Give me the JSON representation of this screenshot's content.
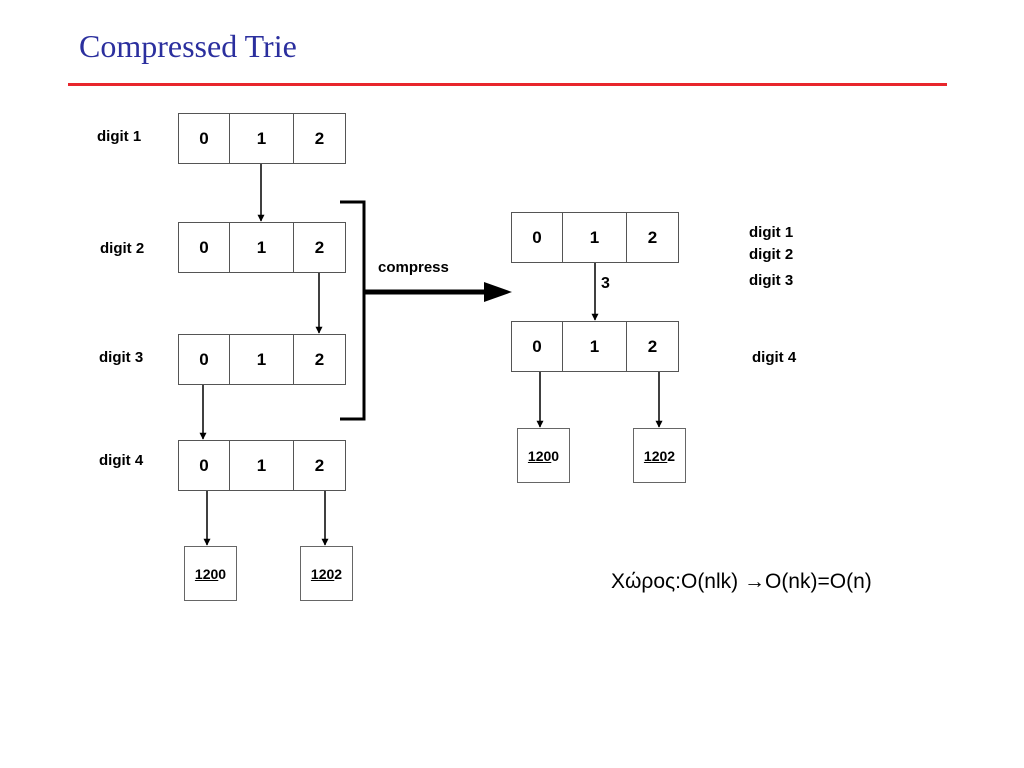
{
  "title": "Compressed Trie",
  "left": {
    "row_labels": [
      "digit 1",
      "digit 2",
      "digit 3",
      "digit 4"
    ],
    "cells": [
      "0",
      "1",
      "2"
    ],
    "leaves": [
      {
        "underlined": "120",
        "rest": "0"
      },
      {
        "underlined": "120",
        "rest": "2"
      }
    ]
  },
  "compress_label": "compress",
  "right": {
    "top_node_labels": [
      "digit 1",
      "digit 2",
      "digit 3"
    ],
    "bottom_node_label": "digit 4",
    "cells": [
      "0",
      "1",
      "2"
    ],
    "skip_label": "3",
    "leaves": [
      {
        "underlined": "120",
        "rest": "0"
      },
      {
        "underlined": "120",
        "rest": "2"
      }
    ]
  },
  "complexity": {
    "prefix": "Χώρος:O(nlk) ",
    "arrow": "→",
    "suffix": "O(nk)=O(n)"
  }
}
